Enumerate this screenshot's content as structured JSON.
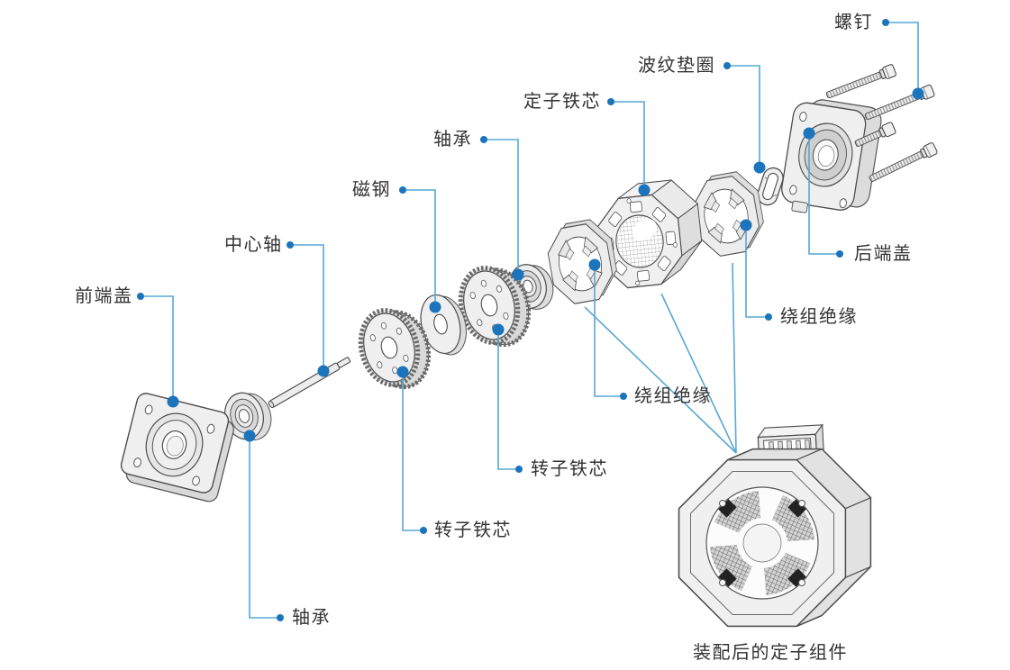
{
  "figure": {
    "caption": "装配后的定子组件",
    "labels": {
      "screws": "螺钉",
      "wave_washer": "波纹垫圈",
      "stator_core": "定子铁芯",
      "bearing_top": "轴承",
      "magnet": "磁钢",
      "center_shaft": "中心轴",
      "front_end_cover": "前端盖",
      "rear_end_cover": "后端盖",
      "winding_insulation_right": "绕组绝缘",
      "winding_insulation_center": "绕组绝缘",
      "rotor_core_right": "转子铁芯",
      "rotor_core_left": "转子铁芯",
      "bearing_bottom": "轴承"
    },
    "colors": {
      "background": "#ffffff",
      "leader_line": "#57a7d4",
      "marker_dot": "#1b74bc",
      "part_fill": "#efefef",
      "part_side_fill": "#d9d9d9",
      "part_outline": "#4d4d4d",
      "label_text": "#333333"
    }
  }
}
